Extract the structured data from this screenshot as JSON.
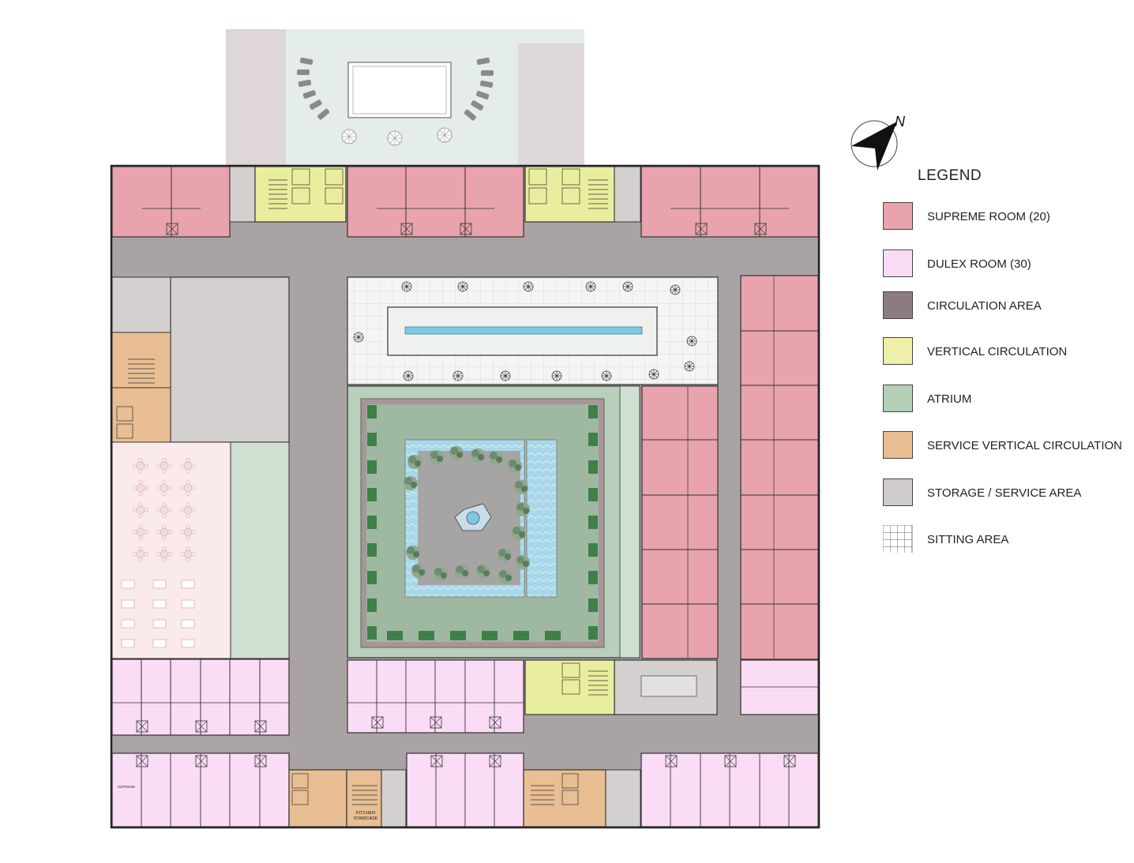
{
  "legend": {
    "title": "LEGEND",
    "items": [
      {
        "label": "SUPREME ROOM (20)",
        "color": "#e8a3ad",
        "kind": "supreme"
      },
      {
        "label": "DULEX ROOM (30)",
        "color": "#fbdcf6",
        "kind": "dulex"
      },
      {
        "label": "CIRCULATION AREA",
        "color": "#8c7b7f",
        "kind": "circulation"
      },
      {
        "label": "VERTICAL CIRCULATION",
        "color": "#eef0a8",
        "kind": "vertical"
      },
      {
        "label": "ATRIUM",
        "color": "#b3cfb6",
        "kind": "atrium"
      },
      {
        "label": "SERVICE VERTICAL CIRCULATION",
        "color": "#e8be92",
        "kind": "service-vertical"
      },
      {
        "label": "STORAGE / SERVICE AREA",
        "color": "#cfcbca",
        "kind": "storage"
      },
      {
        "label": "SITTING AREA",
        "color": "#ffffff",
        "kind": "sitting"
      }
    ]
  },
  "plan_labels": {
    "kitchen_staircase_line1": "KITCHEN",
    "kitchen_staircase_line2": "STAIRCASE",
    "supreme_tag": "SUPREME"
  },
  "north_label": "N",
  "colors": {
    "corridor": "#aaa3a4",
    "supreme": "#e8a3ad",
    "dulex": "#fbdcf6",
    "vertical": "#e9ee9e",
    "service": "#e8be92",
    "storage": "#d3d0cf",
    "atrium": "#b3cfb6",
    "restaurant": "#fbeaea",
    "pool_deck": "#e7efec",
    "water": "#9cd3e6",
    "wall": "#222222"
  }
}
